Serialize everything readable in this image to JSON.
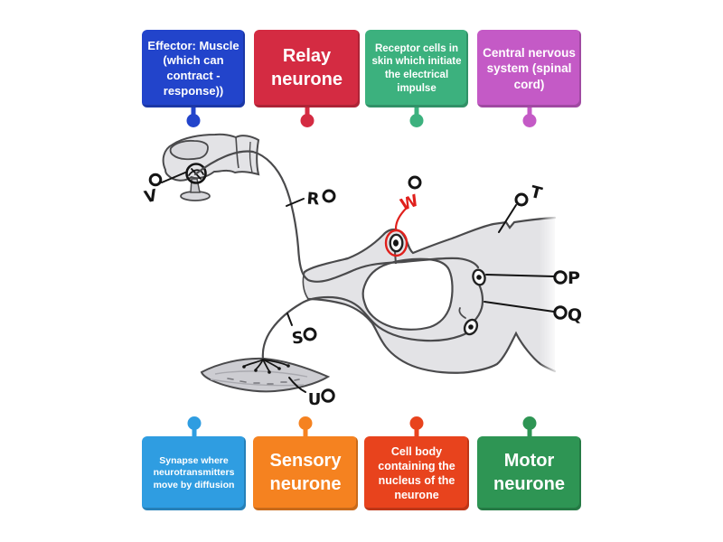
{
  "labels": [
    {
      "id": "effector",
      "text": "Effector: Muscle (which can contract - response))",
      "color": "#2244cb"
    },
    {
      "id": "relay",
      "text": "Relay neurone",
      "color": "#d42b42"
    },
    {
      "id": "receptor",
      "text": "Receptor cells in skin which initiate the electrical impulse",
      "color": "#3cb17e"
    },
    {
      "id": "cns",
      "text": "Central nervous system (spinal cord)",
      "color": "#c45ac6"
    },
    {
      "id": "synapse",
      "text": "Synapse where neurotransmitters move by diffusion",
      "color": "#2f9de1"
    },
    {
      "id": "sensory",
      "text": "Sensory neurone",
      "color": "#f58220"
    },
    {
      "id": "cellbody",
      "text": "Cell body containing the nucleus of the neurone",
      "color": "#e8431d"
    },
    {
      "id": "motor",
      "text": "Motor neurone",
      "color": "#2e9554"
    }
  ],
  "markers": {
    "v": "V",
    "r": "R",
    "w": "W",
    "t": "T",
    "p": "P",
    "q": "Q",
    "s": "S",
    "u": "U"
  },
  "colors": {
    "ink": "#4a4a4c",
    "dark_ink": "#141414",
    "diagram_fill": "#e3e3e6",
    "nail_fill": "#d8d8dc",
    "muscle_fill": "#cdcdd2",
    "highlight_red": "#e0201c"
  }
}
